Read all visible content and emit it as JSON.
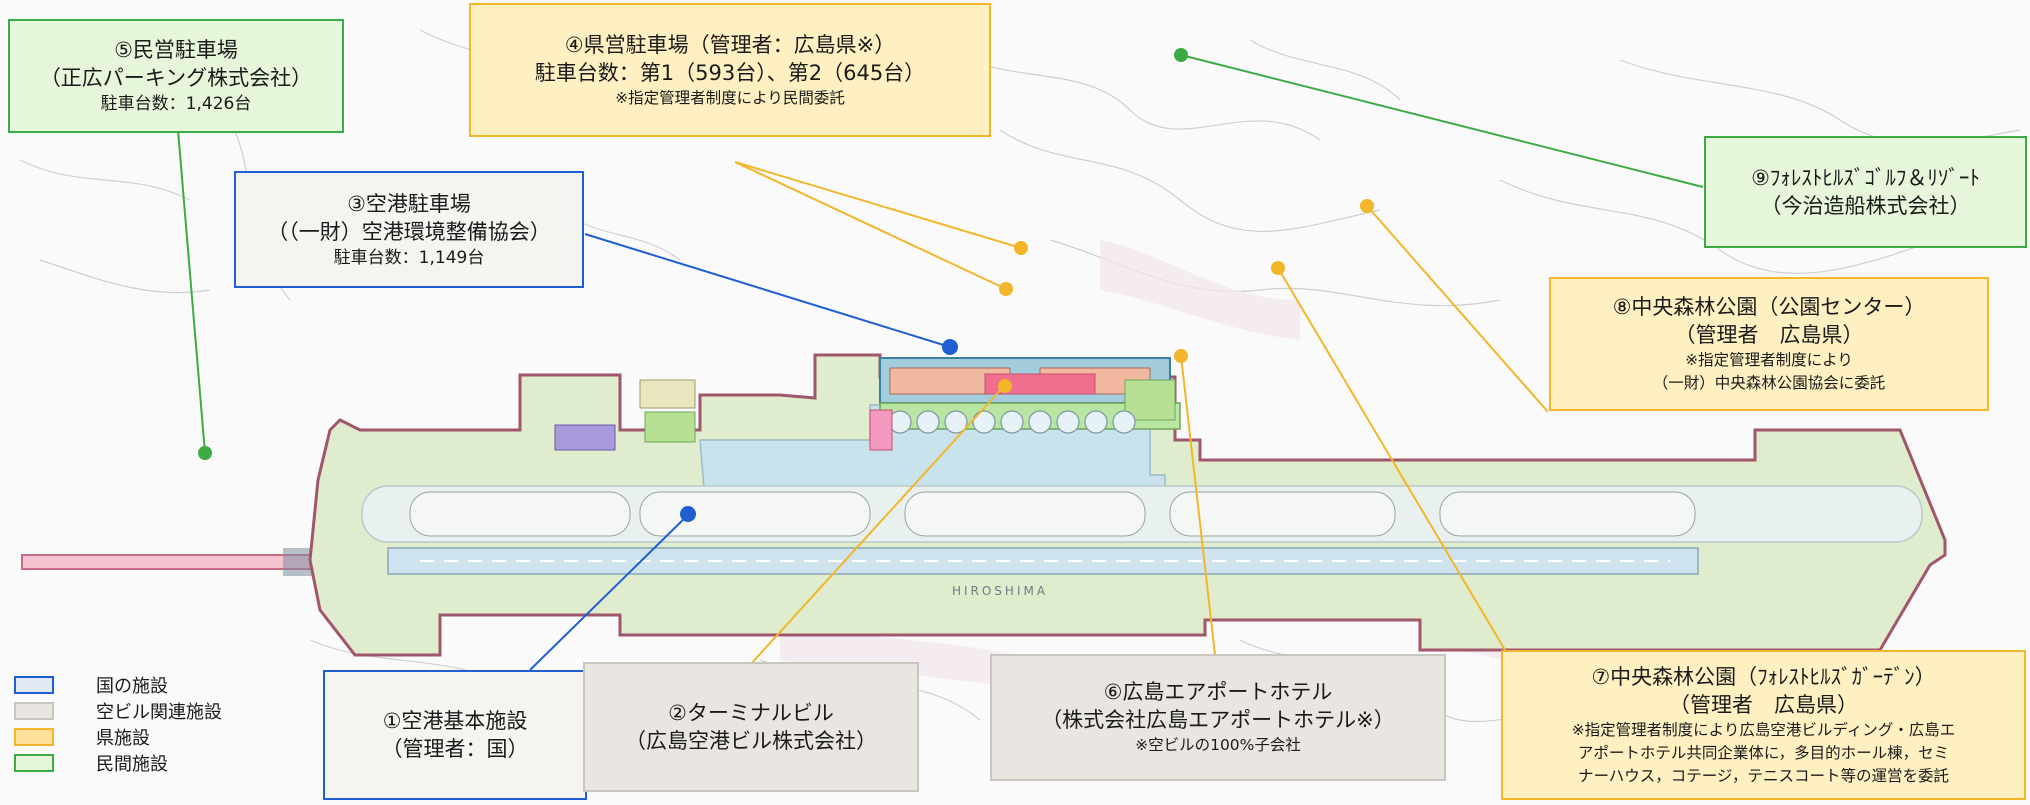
{
  "legend": [
    {
      "label": "国の施設",
      "fill": "#e3e9f2",
      "border": "#1f5fd1"
    },
    {
      "label": "空ビル関連施設",
      "fill": "#e9e6e2",
      "border": "#c9c6c0"
    },
    {
      "label": "県施設",
      "fill": "#ffe09a",
      "border": "#f2b62b"
    },
    {
      "label": "民間施設",
      "fill": "#e6f6da",
      "border": "#3cab44"
    }
  ],
  "colors": {
    "national": "#1f5fd1",
    "terminal": "#f2b62b",
    "prefecture": "#f2b62b",
    "private": "#3cab44",
    "runway": "#cfe3ef",
    "airport_area": "#dfeccd",
    "airport_outline": "#a0566b"
  },
  "callouts": {
    "c1": {
      "title": "①空港基本施設",
      "manager": "（管理者：国）"
    },
    "c2": {
      "title": "②ターミナルビル",
      "manager": "（広島空港ビル株式会社）"
    },
    "c3": {
      "title": "③空港駐車場",
      "manager": "（（一財）空港環境整備協会）",
      "detail": "駐車台数：1,149台"
    },
    "c4": {
      "title": "④県営駐車場（管理者：広島県※）",
      "detail": "駐車台数：第1（593台）、第2（645台）",
      "note": "※指定管理者制度により民間委託"
    },
    "c5": {
      "title": "⑤民営駐車場",
      "manager": "（正広パーキング株式会社）",
      "detail": "駐車台数：1,426台"
    },
    "c6": {
      "title": "⑥広島エアポートホテル",
      "manager": "（株式会社広島エアポートホテル※）",
      "note": "※空ビルの100%子会社"
    },
    "c7": {
      "title": "⑦中央森林公園（ﾌｫﾚｽﾄﾋﾙｽﾞｶﾞｰﾃﾞﾝ）",
      "manager": "（管理者　広島県）",
      "note1": "※指定管理者制度により広島空港ビルディング・広島エ",
      "note2": "アポートホテル共同企業体に，多目的ホール棟，セミ",
      "note3": "ナーハウス，コテージ，テニスコート等の運営を委託"
    },
    "c8": {
      "title": "⑧中央森林公園（公園センター）",
      "manager": "（管理者　広島県）",
      "note1": "※指定管理者制度により",
      "note2": "（一財）中央森林公園協会に委託"
    },
    "c9": {
      "title": "⑨ﾌｫﾚｽﾄﾋﾙｽﾞｺﾞﾙﾌ＆ﾘｿﾞｰﾄ",
      "manager": "（今治造船株式会社）"
    }
  },
  "map": {
    "runway_marking": "HIROSHIMA"
  }
}
